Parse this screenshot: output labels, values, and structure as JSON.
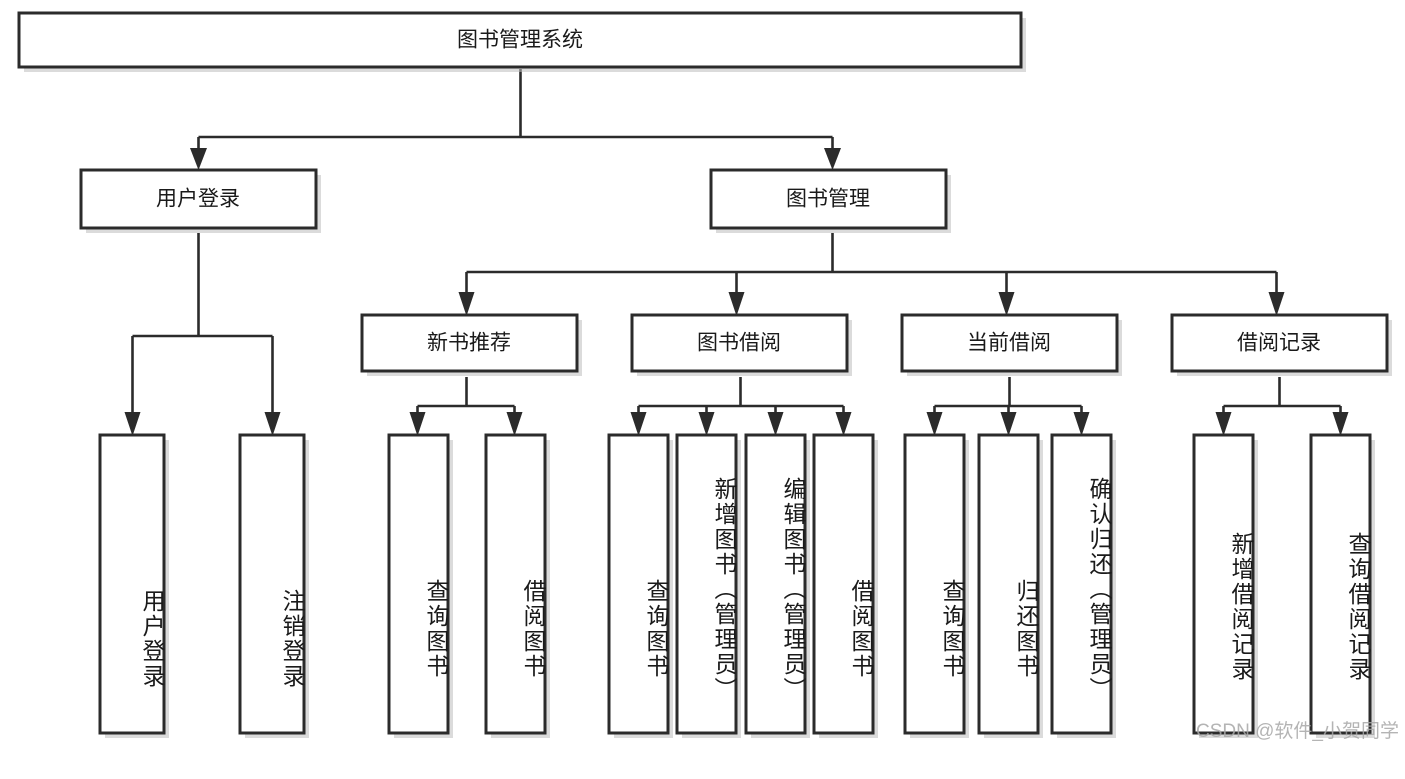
{
  "diagram": {
    "title": "图书管理系统",
    "type": "tree",
    "watermark": "CSDN @软件_小贺同学",
    "colors": {
      "background": "#ffffff",
      "box_fill": "#ffffff",
      "box_stroke": "#2b2b2b",
      "link": "#2b2b2b",
      "text": "#1a1a1a",
      "watermark": "#a8a8a8"
    },
    "nodes": {
      "root": {
        "label": "图书管理系统",
        "level": 0
      },
      "level1": [
        {
          "id": "user-login",
          "label": "用户登录"
        },
        {
          "id": "book-manage",
          "label": "图书管理"
        }
      ],
      "level2": [
        {
          "id": "new-book-rec",
          "label": "新书推荐",
          "parent": "book-manage"
        },
        {
          "id": "book-borrow",
          "label": "图书借阅",
          "parent": "book-manage"
        },
        {
          "id": "current-borrow",
          "label": "当前借阅",
          "parent": "book-manage"
        },
        {
          "id": "borrow-record",
          "label": "借阅记录",
          "parent": "book-manage"
        }
      ],
      "leaves": [
        {
          "id": "leaf-user-login",
          "label": "用户登录",
          "parent": "user-login"
        },
        {
          "id": "leaf-user-logout",
          "label": "注销登录",
          "parent": "user-login"
        },
        {
          "id": "leaf-query-book-1",
          "label": "查询图书",
          "parent": "new-book-rec"
        },
        {
          "id": "leaf-borrow-book-1",
          "label": "借阅图书",
          "parent": "new-book-rec"
        },
        {
          "id": "leaf-query-book-2",
          "label": "查询图书",
          "parent": "book-borrow"
        },
        {
          "id": "leaf-add-book",
          "label": "新增图书（管理员）",
          "parent": "book-borrow"
        },
        {
          "id": "leaf-edit-book",
          "label": "编辑图书（管理员）",
          "parent": "book-borrow"
        },
        {
          "id": "leaf-borrow-book-2",
          "label": "借阅图书",
          "parent": "book-borrow"
        },
        {
          "id": "leaf-query-book-3",
          "label": "查询图书",
          "parent": "current-borrow"
        },
        {
          "id": "leaf-return-book",
          "label": "归还图书",
          "parent": "current-borrow"
        },
        {
          "id": "leaf-confirm-return",
          "label": "确认归还（管理员）",
          "parent": "current-borrow"
        },
        {
          "id": "leaf-add-record",
          "label": "新增借阅记录",
          "parent": "borrow-record"
        },
        {
          "id": "leaf-query-record",
          "label": "查询借阅记录",
          "parent": "borrow-record"
        }
      ]
    }
  }
}
